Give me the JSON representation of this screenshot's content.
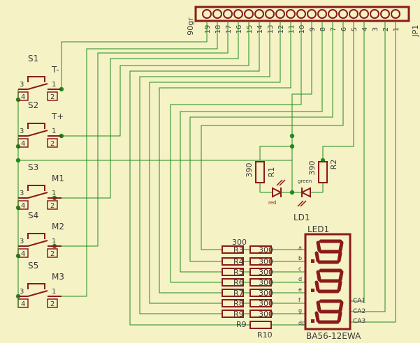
{
  "colors": {
    "background": "#f5f2c6",
    "wire": "#1f8a1f",
    "part": "#8b1a1a",
    "junction": "#1f8a1f",
    "text": "#3a3a3a",
    "led_red": "#8b1a1a"
  },
  "header": {
    "name": "JP1",
    "value": "90gr",
    "pin_labels": [
      "19",
      "18",
      "17",
      "16",
      "15",
      "14",
      "13",
      "12",
      "11",
      "10",
      "9",
      "8",
      "7",
      "6",
      "5",
      "4",
      "3",
      "2",
      "1"
    ]
  },
  "switches": [
    {
      "name": "S1",
      "label": "T-",
      "pins": [
        "3",
        "4",
        "1",
        "2"
      ]
    },
    {
      "name": "S2",
      "label": "T+",
      "pins": [
        "3",
        "4",
        "1",
        "2"
      ]
    },
    {
      "name": "S3",
      "label": "M1",
      "pins": [
        "3",
        "4",
        "1",
        "2"
      ]
    },
    {
      "name": "S4",
      "label": "M2",
      "pins": [
        "3",
        "4",
        "1",
        "2"
      ]
    },
    {
      "name": "S5",
      "label": "M3",
      "pins": [
        "3",
        "4",
        "1",
        "2"
      ]
    }
  ],
  "r1": {
    "name": "R1",
    "value": "390"
  },
  "r2": {
    "name": "R2",
    "value": "390"
  },
  "led1_dual": {
    "name": "LD1",
    "red_label": "red",
    "green_label": "green"
  },
  "seg_display": {
    "name": "LED1",
    "part": "BA56-12EWA",
    "segment_pins": [
      "a",
      "b",
      "c",
      "d",
      "e",
      "f",
      "g",
      "dp"
    ],
    "common_pins": [
      "CA1",
      "CA2",
      "CA3"
    ]
  },
  "seg_resistors": {
    "top_value": "300",
    "values": [
      "300",
      "300",
      "300",
      "300",
      "300",
      "300",
      "300"
    ],
    "overlap_names": [
      "R3",
      "R4",
      "R5",
      "R6",
      "R7",
      "R8",
      "R9"
    ],
    "last_name": "R9",
    "last_value": "R10"
  }
}
